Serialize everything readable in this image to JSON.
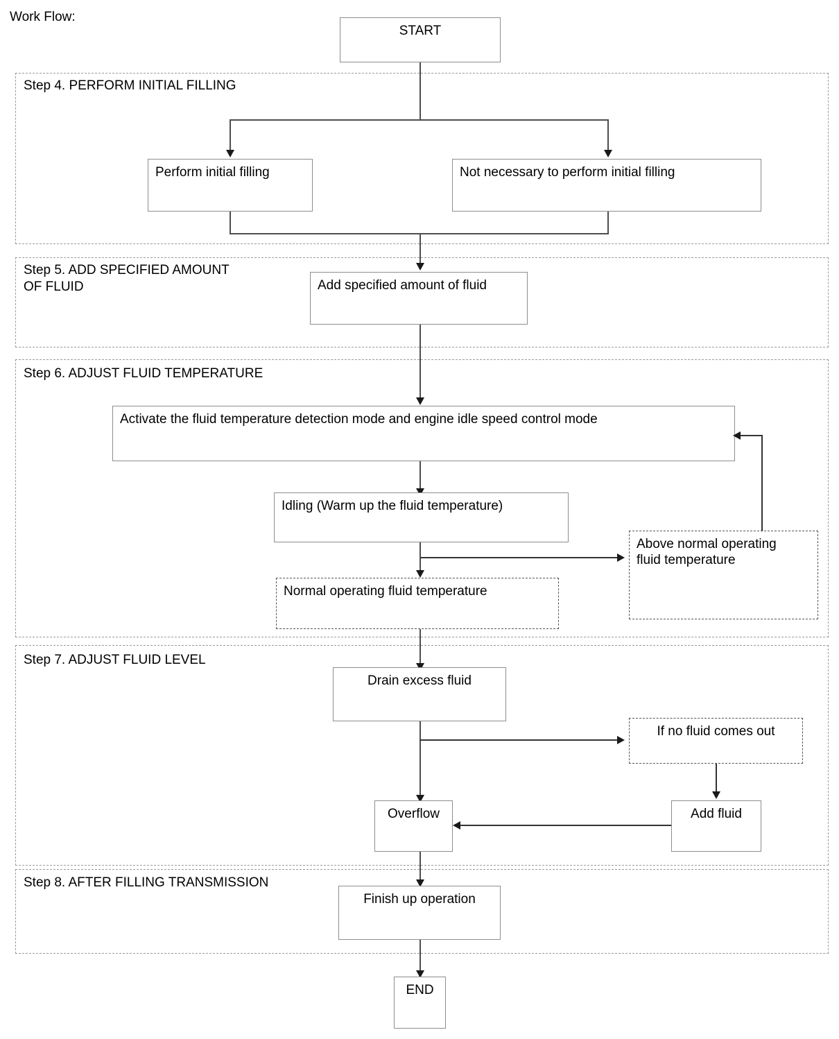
{
  "diagram": {
    "title": "Work Flow:",
    "terminals": {
      "start": "START",
      "end": "END"
    },
    "steps": [
      {
        "id": "step4",
        "label": "Step 4. PERFORM INITIAL FILLING",
        "nodes": [
          {
            "id": "perform-initial-filling",
            "label": "Perform initial filling",
            "style": "solid"
          },
          {
            "id": "not-necessary-initial-filling",
            "label": "Not necessary to perform initial filling",
            "style": "solid"
          }
        ]
      },
      {
        "id": "step5",
        "label": "Step 5. ADD SPECIFIED AMOUNT\nOF FLUID",
        "nodes": [
          {
            "id": "add-specified-amount-of-fluid",
            "label": "Add specified amount of fluid",
            "style": "solid"
          }
        ]
      },
      {
        "id": "step6",
        "label": "Step 6. ADJUST FLUID TEMPERATURE",
        "nodes": [
          {
            "id": "activate-detection-mode",
            "label": "Activate the fluid temperature detection mode and engine idle speed control mode",
            "style": "solid"
          },
          {
            "id": "idling-warm-up",
            "label": "Idling (Warm up the fluid temperature)",
            "style": "solid"
          },
          {
            "id": "normal-operating-fluid-temperature",
            "label": "Normal operating fluid temperature",
            "style": "dashed"
          },
          {
            "id": "above-normal-operating-fluid-temperature",
            "label": "Above normal operating\nfluid temperature",
            "style": "dashed"
          }
        ]
      },
      {
        "id": "step7",
        "label": "Step 7. ADJUST FLUID LEVEL",
        "nodes": [
          {
            "id": "drain-excess-fluid",
            "label": "Drain excess fluid",
            "style": "solid"
          },
          {
            "id": "if-no-fluid-comes-out",
            "label": "If no fluid comes out",
            "style": "dashed"
          },
          {
            "id": "overflow",
            "label": "Overflow",
            "style": "solid"
          },
          {
            "id": "add-fluid",
            "label": "Add fluid",
            "style": "solid"
          }
        ]
      },
      {
        "id": "step8",
        "label": "Step 8. AFTER FILLING TRANSMISSION",
        "nodes": [
          {
            "id": "finish-up-operation",
            "label": "Finish up operation",
            "style": "solid"
          }
        ]
      }
    ],
    "colors": {
      "node_border": "#8d8d8d",
      "dashed_border": "#555555",
      "connector": "#4d4d4d",
      "step_border": "#9a9a9a",
      "text": "#000000",
      "background": "#ffffff"
    }
  }
}
